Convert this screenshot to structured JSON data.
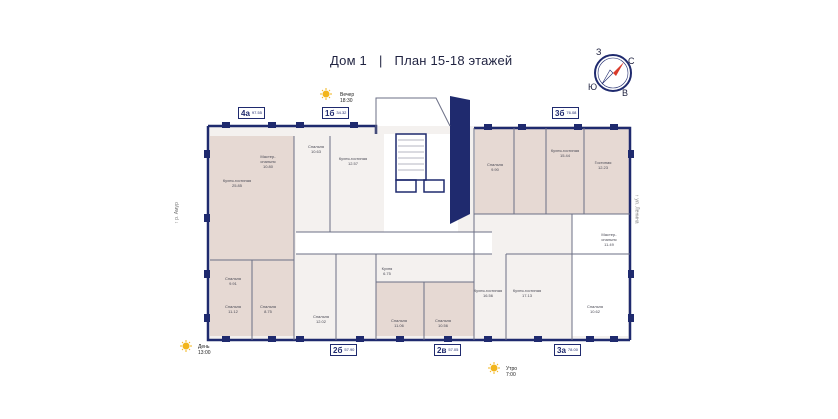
{
  "header": {
    "house": "Дом 1",
    "separator": "|",
    "plan": "План 15-18 этажей"
  },
  "compass": {
    "n": "С",
    "e": "В",
    "s": "Ю",
    "w": "З"
  },
  "sun_marks": [
    {
      "label": "Вечер",
      "time": "18:30"
    },
    {
      "label": "День",
      "time": "13:00"
    },
    {
      "label": "Утро",
      "time": "7:00"
    }
  ],
  "streets": {
    "left": "↑ р. Амур",
    "right": "↑ ул. Ленина"
  },
  "apartments": [
    {
      "id": "4a",
      "label": "4а",
      "area": "97.55"
    },
    {
      "id": "1b",
      "label": "1б",
      "area": "34.32"
    },
    {
      "id": "3b",
      "label": "3б",
      "area": "76.08"
    },
    {
      "id": "2b",
      "label": "2б",
      "area": "57.90"
    },
    {
      "id": "2v",
      "label": "2в",
      "area": "57.05"
    },
    {
      "id": "3a",
      "label": "3а",
      "area": "78.00"
    }
  ],
  "rooms": [
    {
      "name": "Кухня-гостиная",
      "area": "25.85"
    },
    {
      "name": "Мастер-спальня",
      "area": "10.80"
    },
    {
      "name": "Спальня",
      "area": "9.91"
    },
    {
      "name": "Спальня",
      "area": "11.12"
    },
    {
      "name": "Спальня",
      "area": "8.75"
    },
    {
      "name": "Спальня",
      "area": "10.63"
    },
    {
      "name": "Кухня-гостиная",
      "area": "12.57"
    },
    {
      "name": "Спальня",
      "area": "9.90"
    },
    {
      "name": "Кухня-гостиная",
      "area": "15.44"
    },
    {
      "name": "Гостиная",
      "area": "12.23"
    },
    {
      "name": "Мастер-спальня",
      "area": "11.49"
    },
    {
      "name": "Кухня",
      "area": "6.75"
    },
    {
      "name": "Спальня",
      "area": "12.02"
    },
    {
      "name": "Спальня",
      "area": "11.06"
    },
    {
      "name": "Спальня",
      "area": "10.56"
    },
    {
      "name": "Кухня-гостиная",
      "area": "16.56"
    },
    {
      "name": "Кухня-гостиная",
      "area": "17.13"
    },
    {
      "name": "Спальня",
      "area": "10.62"
    }
  ],
  "colors": {
    "wall": "#1f2a6e",
    "room_fill": "#f4f1ef",
    "highlight_fill": "#e8dcd6",
    "accent": "#d93b2b",
    "sun": "#f2b51c"
  }
}
